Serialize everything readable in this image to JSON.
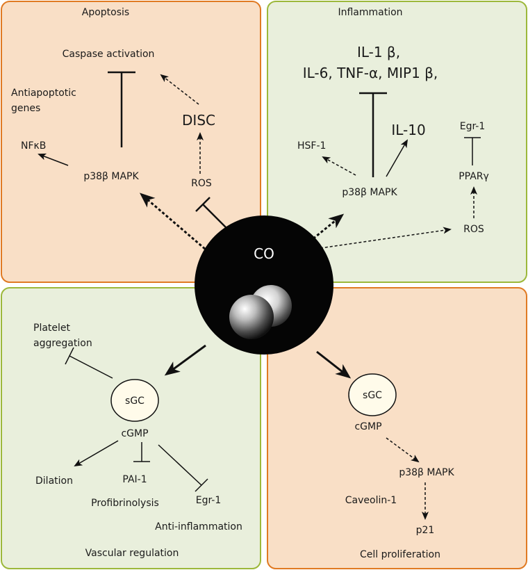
{
  "colors": {
    "orange_fill": "#f9dfc6",
    "orange_border": "#e07a22",
    "green_fill": "#e9efdc",
    "green_border": "#9cb83a",
    "center_fill": "#050505",
    "sgc_fill": "#fffbea"
  },
  "center": {
    "label": "CO"
  },
  "panels": {
    "apoptosis": {
      "title": "Apoptosis",
      "caspase": "Caspase activation",
      "antiapoptotic_1": "Antiapoptotic",
      "antiapoptotic_2": "genes",
      "nfkb": "NFκB",
      "p38": "p38β MAPK",
      "disc": "DISC",
      "ros": "ROS"
    },
    "inflammation": {
      "title": "Inflammation",
      "cytokines_1": "IL-1 β,",
      "cytokines_2": "IL-6, TNF-α, MIP1 β,",
      "il10": "IL-10",
      "hsf1": "HSF-1",
      "p38": "p38β MAPK",
      "egr1": "Egr-1",
      "ppar": "PPARγ",
      "ros": "ROS"
    },
    "vascular": {
      "title": "Vascular regulation",
      "platelet_1": "Platelet",
      "platelet_2": "aggregation",
      "sgc": "sGC",
      "cgmp": "cGMP",
      "dilation": "Dilation",
      "pai1": "PAI-1",
      "profibrinolysis": "Profibrinolysis",
      "egr1": "Egr-1",
      "antiinflammation": "Anti-inflammation"
    },
    "proliferation": {
      "title": "Cell proliferation",
      "sgc": "sGC",
      "cgmp": "cGMP",
      "p38": "p38β MAPK",
      "caveolin": "Caveolin-1",
      "p21": "p21"
    }
  }
}
